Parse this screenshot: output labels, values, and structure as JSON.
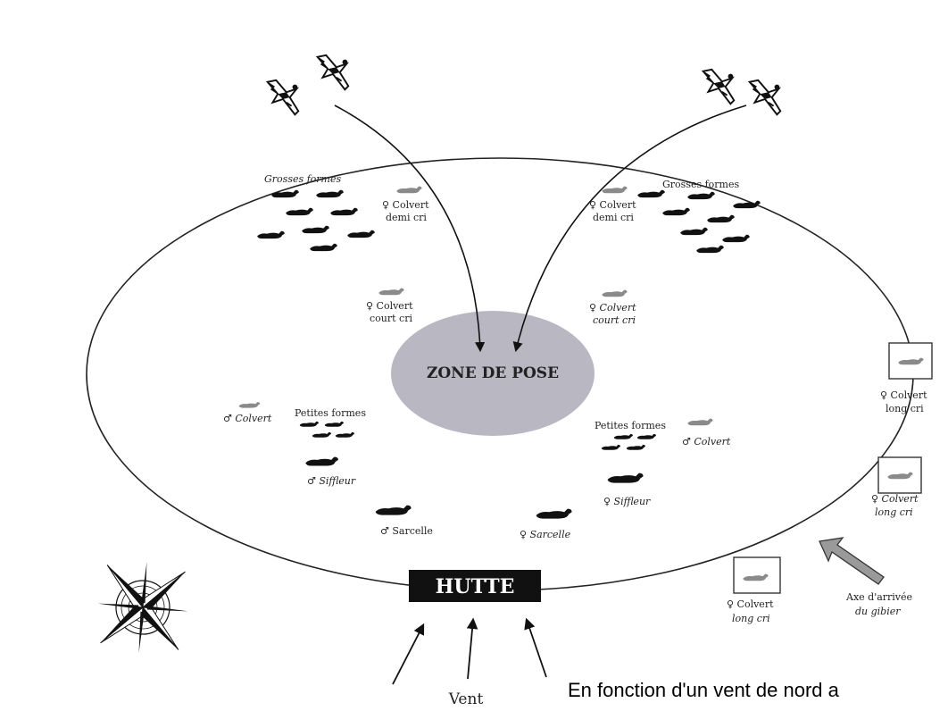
{
  "title_zone": "ZONE DE POSE",
  "hut": "HUTTE",
  "wind": "Vent",
  "footer_text": "En fonction d'un vent de nord a",
  "groups": {
    "left_big": "Grosses formes",
    "right_big": "Grosses formes",
    "left_small": "Petites formes",
    "right_small": "Petites formes"
  },
  "labels": {
    "l_colvert_demi_1": "♀ Colvert",
    "l_colvert_demi_2": "demi cri",
    "r_colvert_demi_1": "♀ Colvert",
    "r_colvert_demi_2": "demi cri",
    "l_colvert_court_1": "♀ Colvert",
    "l_colvert_court_2": "court cri",
    "r_colvert_court_1": "♀ Colvert",
    "r_colvert_court_2": "court cri",
    "l_male_colvert": "♂ Colvert",
    "r_male_colvert": "♂ Colvert",
    "l_siffleur": "♂ Siffleur",
    "r_siffleur": "♀ Siffleur",
    "l_sarcelle": "♂ Sarcelle",
    "r_sarcelle": "♀ Sarcelle",
    "caller1_1": "♀ Colvert",
    "caller1_2": "long cri",
    "caller2_1": "♀ Colvert",
    "caller2_2": "long cri",
    "caller3_1": "♀ Colvert",
    "caller3_2": "long cri",
    "axe_1": "Axe d'arrivée",
    "axe_2": "du gibier"
  },
  "colors": {
    "decoy_dark": "#111111",
    "decoy_light": "#8a8a8a",
    "zone_fill": "#b9b7c2",
    "hut_bg": "#111111",
    "hut_text": "#ffffff",
    "arrow_grey": "#9a9a9a"
  },
  "icons": [
    "flying-duck-icon",
    "decoy-icon",
    "compass-rose-icon",
    "arrow-icon"
  ]
}
